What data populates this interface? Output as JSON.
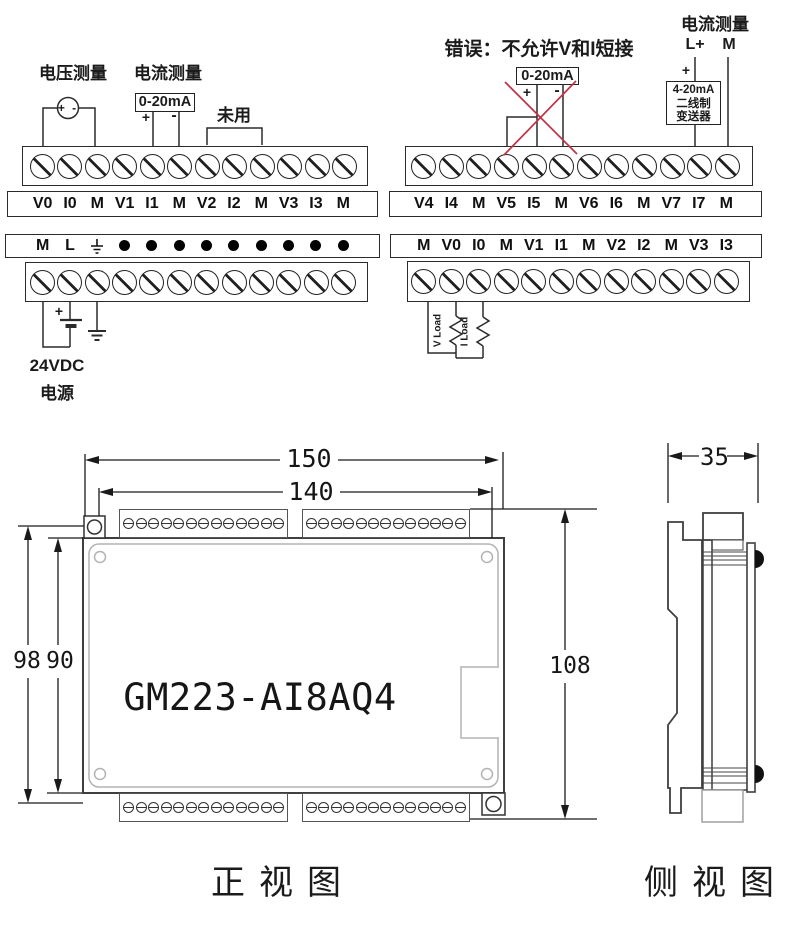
{
  "wiring": {
    "left": {
      "voltage_title": "电压测量",
      "current_title": "电流测量",
      "range_box": "0-20mA",
      "plus": "+",
      "minus": "-",
      "source_polarity": "+ -",
      "unused": "未用"
    },
    "right": {
      "error_title": "错误：不允许V和I短接",
      "current_title": "电流测量",
      "l_plus": "L+",
      "m": "M",
      "plus": "+",
      "range_box": "0-20mA",
      "minus": "-",
      "transmitter": [
        "4-20mA",
        "二线制",
        "变送器"
      ]
    },
    "power": {
      "line1": "24VDC",
      "line2": "电源",
      "plus": "+"
    },
    "loads": {
      "v_load": "V Load",
      "i_load": "I Load"
    }
  },
  "strips": {
    "row1_left": [
      "V0",
      "I0",
      "M",
      "V1",
      "I1",
      "M",
      "V2",
      "I2",
      "M",
      "V3",
      "I3",
      "M"
    ],
    "row1_right": [
      "V4",
      "I4",
      "M",
      "V5",
      "I5",
      "M",
      "V6",
      "I6",
      "M",
      "V7",
      "I7",
      "M"
    ],
    "row2_left": [
      "M",
      "L"
    ],
    "row2_right": [
      "M",
      "V0",
      "I0",
      "M",
      "V1",
      "I1",
      "M",
      "V2",
      "I2",
      "M",
      "V3",
      "I3"
    ]
  },
  "front_view": {
    "dim_width_outer": "150",
    "dim_width_inner": "140",
    "dim_height_outer": "98",
    "dim_height_inner": "90",
    "dim_height_right": "108",
    "model": "GM223-AI8AQ4",
    "caption": "正视图"
  },
  "side_view": {
    "dim_depth": "35",
    "caption": "侧视图"
  },
  "colors": {
    "line": "#2b2b2b",
    "error_red": "#c03245",
    "panel_gray": "#b3b3b3"
  }
}
